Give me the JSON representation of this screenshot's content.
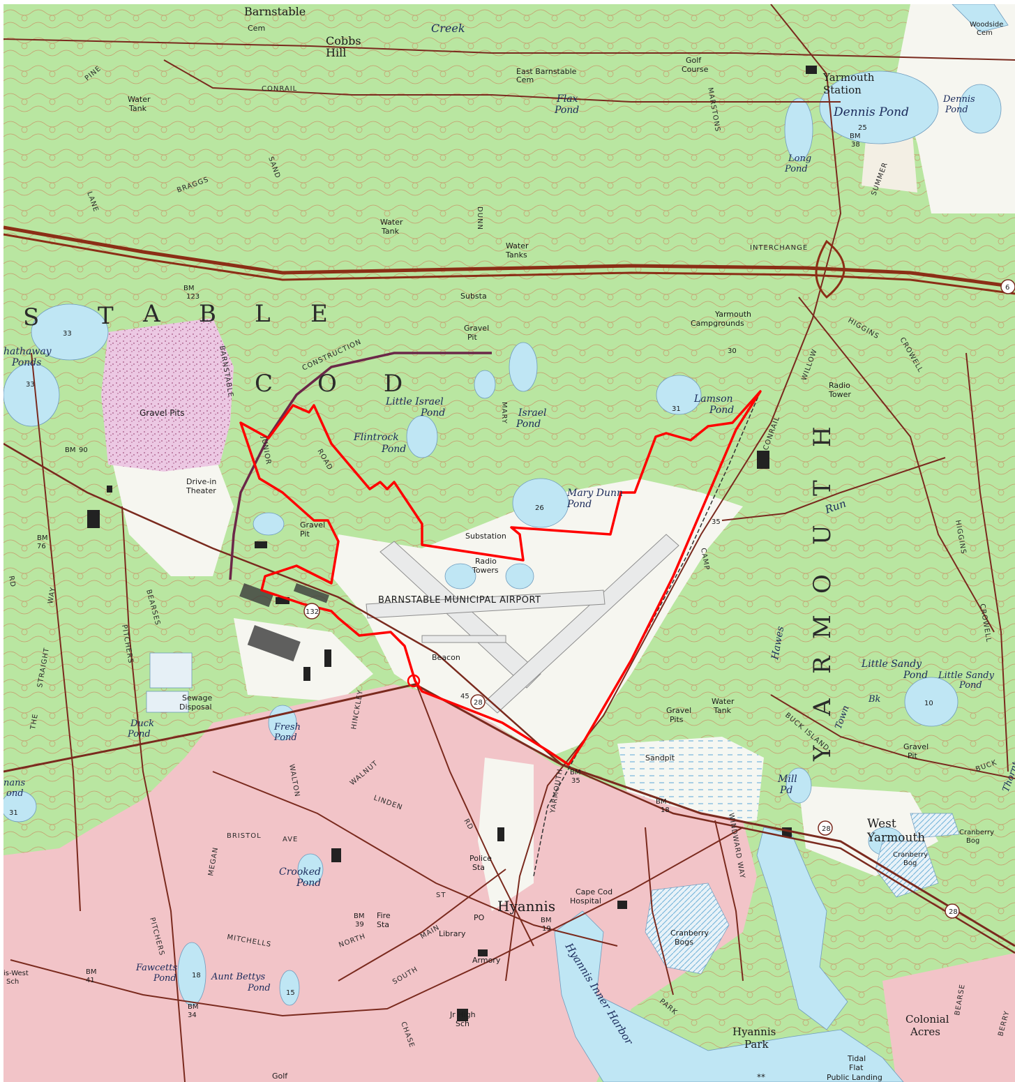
{
  "map": {
    "colors": {
      "forest": "#b8e6a0",
      "forest_dark": "#a6dc8c",
      "urban": "#f2c4c8",
      "gravel": "#e6b9dc",
      "water": "#bfe6f4",
      "open": "#f7f7f3",
      "highway": "#8b2e16",
      "boundary": "#ff0000",
      "construction": "#6b2748",
      "roads": "#7a2a1e"
    },
    "labels": {
      "barnstable_top": "Barnstable",
      "cem_top": "Cem",
      "cobbs": "Cobbs",
      "hill": "Hill",
      "creek": "Creek",
      "east_barnstable": "East Barnstable",
      "cem_east": "Cem",
      "golf": "Golf",
      "course": "Course",
      "yarmouth_station_1": "Yarmouth",
      "yarmouth_station_2": "Station",
      "woodside": "Woodside",
      "cem_woodside": "Cem",
      "water_tank_1a": "Water",
      "water_tank_1b": "Tank",
      "conrail_top": "CONRAIL",
      "flax": "Flax",
      "pond_flax": "Pond",
      "dennis_pond": "Dennis Pond",
      "dennis_pond_2a": "Dennis",
      "dennis_pond_2b": "Pond",
      "bm_38": "BM",
      "bm_38_val": "38",
      "depth_25": "25",
      "long_pond_a": "Long",
      "long_pond_b": "Pond",
      "pine": "PINE",
      "lane_left": "LANE",
      "braggs": "BRAGGS",
      "sandy_neck": "SAND",
      "marstons": "MARSTONS",
      "water_tank_2a": "Water",
      "water_tank_2b": "Tank",
      "water_tanks_a": "Water",
      "water_tanks_b": "Tanks",
      "interchange": "INTERCHANGE",
      "summer_st": "SUMMER",
      "route_6": "6",
      "letter_s": "S",
      "letter_t": "T",
      "letter_a": "A",
      "letter_b": "B",
      "letter_l": "L",
      "letter_e": "E",
      "letter_c": "C",
      "letter_o": "O",
      "letter_d": "D",
      "bm_123": "BM",
      "bm_123_val": "123",
      "depth_33a": "33",
      "depth_33b": "33",
      "hathaway_a": "hathaway",
      "hathaway_b": "Ponds",
      "substa": "Substa",
      "gravel_pit_a": "Gravel",
      "gravel_pit_b": "Pit",
      "dunn": "DUNN",
      "yarmouth_campgrounds_a": "Yarmouth",
      "yarmouth_campgrounds_b": "Campgrounds",
      "depth_30": "30",
      "higgins": "HIGGINS",
      "crowell": "CROWELL",
      "gravel_pits": "Gravel Pits",
      "barnstable_rd": "BARNSTABLE",
      "construction": "CONSTRUCTION",
      "little_israel_a": "Little Israel",
      "little_israel_b": "Pond",
      "israel_a": "Israel",
      "israel_b": "Pond",
      "lamson_a": "Lamson",
      "lamson_b": "Pond",
      "depth_31": "31",
      "radio_tower_a": "Radio",
      "radio_tower_b": "Tower",
      "willow": "WILLOW",
      "conrail_right": "CONRAIL",
      "flintrock_a": "Flintrock",
      "flintrock_b": "Pond",
      "bm_90": "BM",
      "bm_90_val": "90",
      "junior": "JUNIOR",
      "road": "ROAD",
      "mary": "MARY",
      "drive_in_a": "Drive-in",
      "drive_in_b": "Theater",
      "mary_dunn_a": "Mary Dunn",
      "mary_dunn_b": "Pond",
      "depth_26": "26",
      "run": "Run",
      "depth_35": "35",
      "gravel_pit2_a": "Gravel",
      "gravel_pit2_b": "Pit",
      "substation": "Substation",
      "radio_towers_a": "Radio",
      "radio_towers_b": "Towers",
      "bm_76": "BM",
      "bm_76_val": "76",
      "airport": "BARNSTABLE MUNICIPAL AIRPORT",
      "route_132": "132",
      "camp": "CAMP",
      "letter_y": "Y",
      "letter_a2": "A",
      "letter_r": "R",
      "letter_m": "M",
      "letter_o2": "O",
      "letter_u": "U",
      "letter_t2": "T",
      "letter_h": "H",
      "bearses": "BEARSES",
      "pitchers": "PITCHERS",
      "straight": "STRAIGHT",
      "the": "THE",
      "way": "WAY",
      "beacon": "Beacon",
      "depth_45": "45",
      "route_28a": "28",
      "hawes": "Hawes",
      "little_sandy_a": "Little Sandy",
      "little_sandy_b": "Pond",
      "little_sandy2_a": "Little Sandy",
      "little_sandy2_b": "Pond",
      "depth_10": "10",
      "sewage_a": "Sewage",
      "sewage_b": "Disposal",
      "duck_a": "Duck",
      "duck_b": "Pond",
      "fresh_a": "Fresh",
      "fresh_b": "Pond",
      "gravel_pits3_a": "Gravel",
      "gravel_pits3_b": "Pits",
      "water_tank3_a": "Water",
      "water_tank3_b": "Tank",
      "buck_island": "BUCK ISLAND",
      "town": "Town",
      "bk": "Bk",
      "gravel_pit4_a": "Gravel",
      "gravel_pit4_b": "Pit",
      "buck": "BUCK",
      "thornton": "Thornton",
      "sandpit": "Sandpit",
      "mill_a": "Mill",
      "mill_b": "Pd",
      "walton": "WALTON",
      "hinckley": "HINCKLEY",
      "walnut": "WALNUT",
      "linden": "LINDEN",
      "bm_35": "BM",
      "bm_35_val": "35",
      "bm_18": "BM",
      "bm_18_val": "18",
      "yarmouth_rd": "YARMOUTH",
      "west_yarmouth_a": "West",
      "west_yarmouth_b": "Yarmouth",
      "cranberry_bog_a": "Cranberry",
      "cranberry_bog_b": "Bog",
      "route_28b": "28",
      "cranberry_bog2_a": "Cranberry",
      "cranberry_bog2_b": "Bog",
      "bristol": "BRISTOL",
      "ave": "AVE",
      "crooked_a": "Crooked",
      "crooked_b": "Pond",
      "police_a": "Police",
      "police_b": "Sta",
      "cape_cod_hospital_a": "Cape Cod",
      "cape_cod_hospital_b": "Hospital",
      "hyannis": "Hyannis",
      "bm_39": "BM",
      "bm_39_val": "39",
      "fire_a": "Fire",
      "fire_b": "Sta",
      "po": "PO",
      "library": "Library",
      "bm_19": "BM",
      "bm_19_val": "19",
      "cranberry_bogs_a": "Cranberry",
      "cranberry_bogs_b": "Bogs",
      "mitchells": "MITCHELLS",
      "north": "NORTH",
      "main": "MAIN",
      "st": "ST",
      "armory": "Armory",
      "route_28c": "28",
      "fawcetts_a": "Fawcetts",
      "fawcetts_b": "Pond",
      "aunt_bettys_a": "Aunt Bettys",
      "aunt_bettys_b": "Pond",
      "depth_18": "18",
      "depth_15": "15",
      "bm_41": "BM",
      "bm_41_val": "41",
      "bm_34": "BM",
      "bm_34_val": "34",
      "south": "SOUTH",
      "jr_high_a": "Jr High",
      "jr_high_b": "Sch",
      "hyannis_inner_harbor": "Hyannis Inner Harbor",
      "hyannis_park_a": "Hyannis",
      "hyannis_park_b": "Park",
      "colonial_a": "Colonial",
      "colonial_b": "Acres",
      "tidal_a": "Tidal",
      "tidal_b": "Flat",
      "public_landing": "Public Landing",
      "golf_bottom": "Golf",
      "west_sch_a": "is-West",
      "west_sch_b": "Sch",
      "nans_a": "nans",
      "nans_b": "ond",
      "depth_31b": "31",
      "rd_left": "RD",
      "rd_mid": "RD",
      "chase": "CHASE",
      "megan": "MEGAN",
      "pitchers_bottom": "PITCHERS",
      "higgins_bottom": "HIGGINS",
      "crowell_bottom": "CROWELL",
      "bearse": "BEARSE",
      "berry": "BERRY",
      "park": "PARK",
      "windward_way": "WINDWARD WAY",
      "star": "**"
    }
  }
}
